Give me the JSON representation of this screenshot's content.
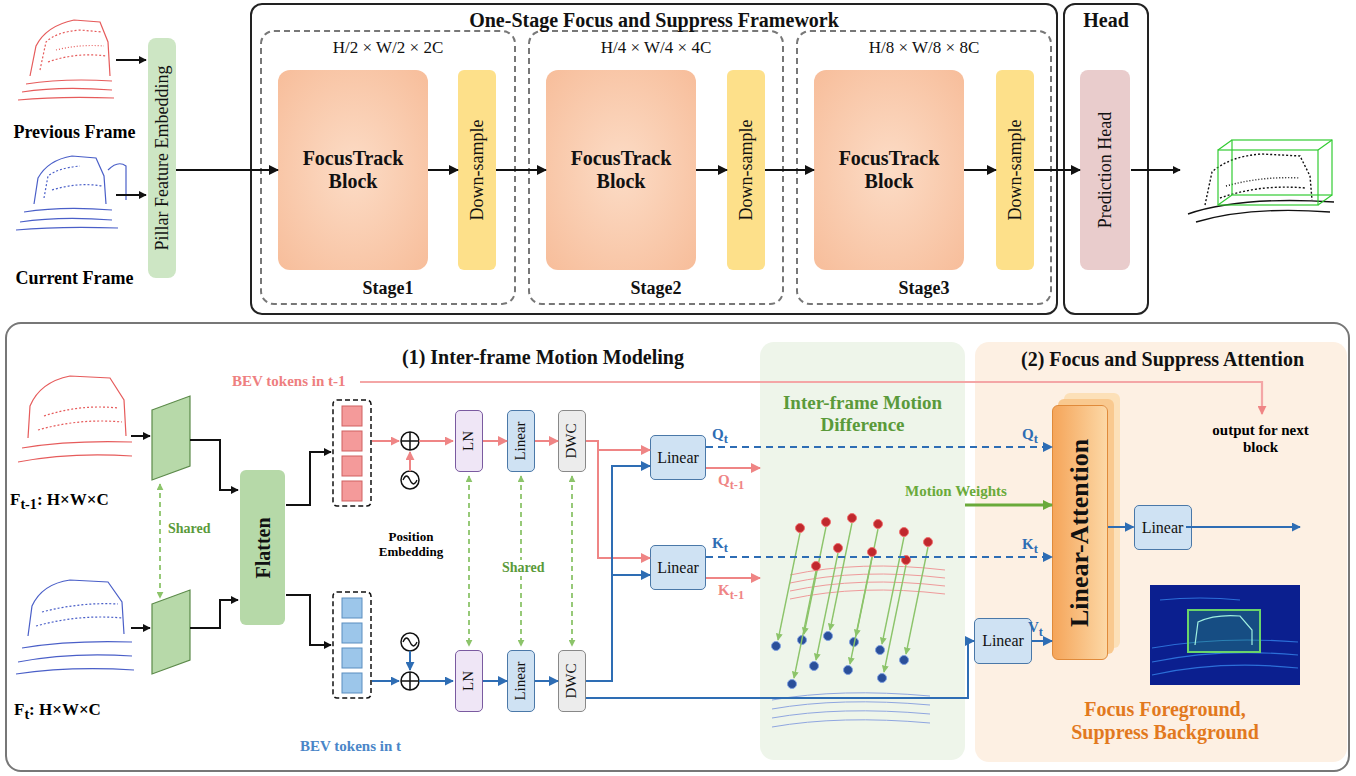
{
  "diagram": {
    "nodes": [
      {
        "text": [
          "Pillar Feature Embedding"
        ]
      },
      {
        "text": [
          "One-Stage Focus and Suppress Framework"
        ]
      },
      {
        "text": [
          "H/2 × W/2 × 2C",
          "Stage1"
        ],
        "in": 1
      },
      {
        "text": [
          "FocusTrack Block"
        ],
        "in": 2
      },
      {
        "text": [
          "Down-sample"
        ],
        "in": 2
      },
      {
        "text": [
          "H/4 × W/4 × 4C",
          "Stage2"
        ],
        "in": 1
      },
      {
        "text": [
          "FocusTrack Block"
        ],
        "in": 5
      },
      {
        "text": [
          "Down-sample"
        ],
        "in": 5
      },
      {
        "text": [
          "H/8 × W/8 × 8C",
          "Stage3"
        ],
        "in": 1
      },
      {
        "text": [
          "FocusTrack Block"
        ],
        "in": 8
      },
      {
        "text": [
          "Down-sample"
        ],
        "in": 8
      },
      {
        "text": [
          "Head"
        ]
      },
      {
        "text": [
          "Prediction Head"
        ],
        "in": 11
      },
      {
        "text": [
          "(1) Inter-frame Motion Modeling"
        ]
      },
      {
        "text": [
          "Flatten"
        ],
        "in": 13
      },
      {
        "text": [
          "LN"
        ],
        "in": 13
      },
      {
        "text": [
          "Linear"
        ],
        "in": 13
      },
      {
        "text": [
          "DWC"
        ],
        "in": 13
      },
      {
        "text": [
          "LN"
        ],
        "in": 13
      },
      {
        "text": [
          "Linear"
        ],
        "in": 13
      },
      {
        "text": [
          "DWC"
        ],
        "in": 13
      },
      {
        "text": [
          "Linear"
        ],
        "in": 13
      },
      {
        "text": [
          "Linear"
        ],
        "in": 13
      },
      {
        "text": [
          "Inter-frame Motion Difference"
        ],
        "in": 13
      },
      {
        "text": [
          "(2) Focus and Suppress Attention",
          "Focus Foreground, Suppress Background"
        ],
        "in": 13
      },
      {
        "text": [
          "Linear"
        ],
        "in": 13
      },
      {
        "text": [
          "Linear-Attention"
        ],
        "in": 24
      },
      {
        "text": [
          "Linear"
        ],
        "in": 24
      }
    ],
    "edges": [
      {
        "from": 0,
        "to": 3,
        "arrow": "to"
      },
      {
        "from": 3,
        "to": 4,
        "arrow": "to"
      },
      {
        "from": 4,
        "to": 6,
        "arrow": "to"
      },
      {
        "from": 6,
        "to": 7,
        "arrow": "to"
      },
      {
        "from": 7,
        "to": 9,
        "arrow": "to"
      },
      {
        "from": 9,
        "to": 10,
        "arrow": "to"
      },
      {
        "from": 10,
        "to": 12,
        "arrow": "to"
      },
      {
        "from": 15,
        "to": 16,
        "arrow": "to"
      },
      {
        "from": 16,
        "to": 17,
        "arrow": "to"
      },
      {
        "from": 18,
        "to": 19,
        "arrow": "to"
      },
      {
        "from": 19,
        "to": 20,
        "arrow": "to"
      },
      {
        "from": 17,
        "to": 21,
        "arrow": "to"
      },
      {
        "from": 17,
        "to": 22,
        "arrow": "to"
      },
      {
        "from": 20,
        "to": 21,
        "arrow": "to"
      },
      {
        "from": 20,
        "to": 22,
        "arrow": "to"
      },
      {
        "from": 20,
        "to": 25,
        "arrow": "to"
      },
      {
        "from": 21,
        "to": 23,
        "arrow": "to",
        "label": "Qt-1"
      },
      {
        "from": 22,
        "to": 23,
        "arrow": "to",
        "label": "Kt-1"
      },
      {
        "from": 21,
        "to": 26,
        "arrow": "to",
        "label": "Qt"
      },
      {
        "from": 22,
        "to": 26,
        "arrow": "to",
        "label": "Kt"
      },
      {
        "from": 25,
        "to": 26,
        "arrow": "to",
        "label": "Vt"
      },
      {
        "from": 23,
        "to": 26,
        "arrow": "to",
        "label": "Motion Weights"
      },
      {
        "from": 26,
        "to": 27,
        "arrow": "to"
      }
    ],
    "labels": [
      "Previous Frame",
      "Current Frame",
      "Ft-1: H×W×C",
      "Ft: H×W×C",
      "Shared",
      "Shared",
      "BEV tokens in t-1",
      "BEV tokens in t",
      "Position Embedding",
      "Qt",
      "Kt",
      "output for next block"
    ]
  }
}
